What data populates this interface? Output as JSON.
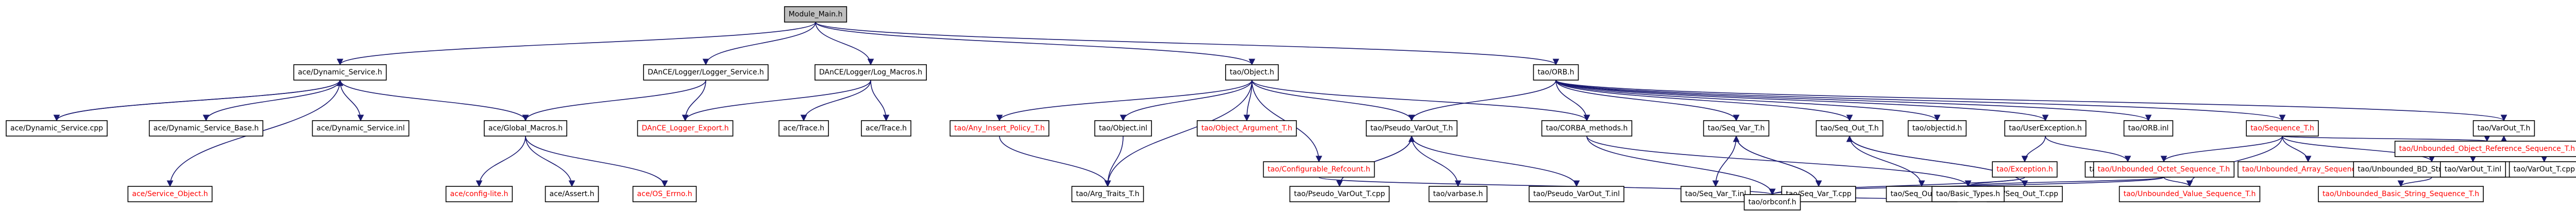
{
  "title": "Module_Main.h",
  "colors": {
    "edge": "#191970",
    "external_text": "#ff0000",
    "root_fill": "#bfbfbf"
  },
  "nodes": [
    {
      "id": "root",
      "label": "Module_Main.h",
      "kind": "root"
    },
    {
      "id": "dyn",
      "label": "ace/Dynamic_Service.h",
      "kind": "link"
    },
    {
      "id": "dynlog",
      "label": "DAnCE/Logger/Logger_Service.h",
      "kind": "link"
    },
    {
      "id": "loglog",
      "label": "DAnCE/Logger/Log_Macros.h",
      "kind": "link"
    },
    {
      "id": "tao_obj",
      "label": "tao/Object.h",
      "kind": "link"
    },
    {
      "id": "orb",
      "label": "tao/ORB.h",
      "kind": "link"
    },
    {
      "id": "dyncpp",
      "label": "ace/Dynamic_Service.cpp",
      "kind": "link"
    },
    {
      "id": "dynbase",
      "label": "ace/Dynamic_Service_Base.h",
      "kind": "link"
    },
    {
      "id": "dyninl",
      "label": "ace/Dynamic_Service.inl",
      "kind": "link"
    },
    {
      "id": "globalmac",
      "label": "ace/Global_Macros.h",
      "kind": "link"
    },
    {
      "id": "dance_export",
      "label": "DAnCE_Logger_Export.h",
      "kind": "ext"
    },
    {
      "id": "acetrace",
      "label": "ace/Trace.h",
      "kind": "link"
    },
    {
      "id": "ace_trace_h",
      "label": "ace/Trace.h",
      "kind": "link"
    },
    {
      "id": "anyinsert",
      "label": "tao/Any_Insert_Policy_T.h",
      "kind": "ext"
    },
    {
      "id": "objinl",
      "label": "tao/Object.inl",
      "kind": "link"
    },
    {
      "id": "objarg",
      "label": "tao/Object_Argument_T.h",
      "kind": "ext"
    },
    {
      "id": "pseudo",
      "label": "tao/Pseudo_VarOut_T.h",
      "kind": "link"
    },
    {
      "id": "corba",
      "label": "tao/CORBA_methods.h",
      "kind": "link"
    },
    {
      "id": "seqvar",
      "label": "tao/Seq_Var_T.h",
      "kind": "link"
    },
    {
      "id": "seqout",
      "label": "tao/Seq_Out_T.h",
      "kind": "link"
    },
    {
      "id": "objectid",
      "label": "tao/objectid.h",
      "kind": "link"
    },
    {
      "id": "userex",
      "label": "tao/UserException.h",
      "kind": "link"
    },
    {
      "id": "orbinl",
      "label": "tao/ORB.inl",
      "kind": "link"
    },
    {
      "id": "sequence",
      "label": "tao/Sequence_T.h",
      "kind": "ext"
    },
    {
      "id": "varout",
      "label": "tao/VarOut_T.h",
      "kind": "link"
    },
    {
      "id": "svcobj",
      "label": "ace/Service_Object.h",
      "kind": "ext"
    },
    {
      "id": "config",
      "label": "ace/config-lite.h",
      "kind": "ext"
    },
    {
      "id": "assert",
      "label": "ace/Assert.h",
      "kind": "link"
    },
    {
      "id": "oserrno",
      "label": "ace/OS_Errno.h",
      "kind": "ext"
    },
    {
      "id": "argtraits",
      "label": "tao/Arg_Traits_T.h",
      "kind": "link"
    },
    {
      "id": "pseudocpp",
      "label": "tao/Pseudo_VarOut_T.cpp",
      "kind": "link"
    },
    {
      "id": "varbase",
      "label": "tao/varbase.h",
      "kind": "link"
    },
    {
      "id": "pseudoinl",
      "label": "tao/Pseudo_VarOut_T.inl",
      "kind": "link"
    },
    {
      "id": "confref",
      "label": "tao/Configurable_Refcount.h",
      "kind": "ext"
    },
    {
      "id": "seqvarinl",
      "label": "tao/Seq_Var_T.inl",
      "kind": "link"
    },
    {
      "id": "seqvarcpp",
      "label": "tao/Seq_Var_T.cpp",
      "kind": "link"
    },
    {
      "id": "seqoutinl",
      "label": "tao/Seq_Out_T.inl",
      "kind": "link"
    },
    {
      "id": "seqoutcpp",
      "label": "tao/Seq_Out_T.cpp",
      "kind": "link"
    },
    {
      "id": "exception",
      "label": "tao/Exception.h",
      "kind": "ext"
    },
    {
      "id": "userexinl",
      "label": "tao/UserException.inl",
      "kind": "link"
    },
    {
      "id": "unbobj",
      "label": "tao/Unbounded_Octet_Sequence_T.h",
      "kind": "ext"
    },
    {
      "id": "unbval",
      "label": "tao/Unbounded_Value_Sequence_T.h",
      "kind": "ext"
    },
    {
      "id": "unbarr",
      "label": "tao/Unbounded_Array_Sequence_T.h",
      "kind": "ext"
    },
    {
      "id": "unbbd",
      "label": "tao/Unbounded_BD_String_Sequence_T.h",
      "kind": "link"
    },
    {
      "id": "unbobjref",
      "label": "tao/Unbounded_Object_Reference_Sequence_T.h",
      "kind": "ext"
    },
    {
      "id": "varoutinl",
      "label": "tao/VarOut_T.inl",
      "kind": "link"
    },
    {
      "id": "varoutcpp",
      "label": "tao/VarOut_T.cpp",
      "kind": "link"
    },
    {
      "id": "basic",
      "label": "tao/Basic_Types.h",
      "kind": "link"
    },
    {
      "id": "unbbasic",
      "label": "tao/Unbounded_Basic_String_Sequence_T.h",
      "kind": "ext"
    },
    {
      "id": "orbconst",
      "label": "tao/orbconf.h",
      "kind": "link"
    }
  ],
  "edges": [
    [
      "root",
      "dyn"
    ],
    [
      "root",
      "dynlog"
    ],
    [
      "root",
      "loglog"
    ],
    [
      "root",
      "tao_obj"
    ],
    [
      "root",
      "orb"
    ],
    [
      "dyn",
      "dyncpp"
    ],
    [
      "dyn",
      "dynbase"
    ],
    [
      "dyn",
      "dyninl"
    ],
    [
      "dyn",
      "globalmac"
    ],
    [
      "dyn",
      "svcobj"
    ],
    [
      "dyncpp",
      "dyn"
    ],
    [
      "dynlog",
      "dance_export"
    ],
    [
      "dynlog",
      "globalmac"
    ],
    [
      "loglog",
      "acetrace"
    ],
    [
      "loglog",
      "ace_trace_h"
    ],
    [
      "loglog",
      "dance_export"
    ],
    [
      "globalmac",
      "config"
    ],
    [
      "globalmac",
      "assert"
    ],
    [
      "globalmac",
      "oserrno"
    ],
    [
      "tao_obj",
      "anyinsert"
    ],
    [
      "tao_obj",
      "objinl"
    ],
    [
      "tao_obj",
      "objarg"
    ],
    [
      "tao_obj",
      "pseudo"
    ],
    [
      "tao_obj",
      "corba"
    ],
    [
      "tao_obj",
      "argtraits"
    ],
    [
      "tao_obj",
      "confref"
    ],
    [
      "anyinsert",
      "argtraits"
    ],
    [
      "objinl",
      "argtraits"
    ],
    [
      "pseudo",
      "pseudocpp"
    ],
    [
      "pseudo",
      "varbase"
    ],
    [
      "pseudo",
      "pseudoinl"
    ],
    [
      "pseudocpp",
      "pseudo"
    ],
    [
      "orb",
      "pseudo"
    ],
    [
      "orb",
      "corba"
    ],
    [
      "orb",
      "seqvar"
    ],
    [
      "orb",
      "seqout"
    ],
    [
      "orb",
      "objectid"
    ],
    [
      "orb",
      "userex"
    ],
    [
      "orb",
      "orbinl"
    ],
    [
      "orb",
      "sequence"
    ],
    [
      "orb",
      "varout"
    ],
    [
      "seqvar",
      "seqvarinl"
    ],
    [
      "seqvar",
      "seqvarcpp"
    ],
    [
      "seqvarcpp",
      "seqvar"
    ],
    [
      "seqout",
      "seqoutinl"
    ],
    [
      "seqout",
      "seqoutcpp"
    ],
    [
      "seqoutcpp",
      "seqout"
    ],
    [
      "userex",
      "exception"
    ],
    [
      "userex",
      "userexinl"
    ],
    [
      "exception",
      "basic"
    ],
    [
      "exception",
      "orbconst"
    ],
    [
      "corba",
      "basic"
    ],
    [
      "corba",
      "orbconst"
    ],
    [
      "sequence",
      "unbobj"
    ],
    [
      "sequence",
      "unbval"
    ],
    [
      "sequence",
      "unbarr"
    ],
    [
      "sequence",
      "unbbd"
    ],
    [
      "sequence",
      "unbobjref"
    ],
    [
      "unbobj",
      "unbval"
    ],
    [
      "unbobj",
      "basic"
    ],
    [
      "unbobj",
      "orbconst"
    ],
    [
      "unbbd",
      "unbbasic"
    ],
    [
      "varout",
      "varoutinl"
    ],
    [
      "varout",
      "varoutcpp"
    ],
    [
      "varoutcpp",
      "varout"
    ],
    [
      "confref",
      "orbconst"
    ],
    [
      "basic",
      "orbconst"
    ]
  ]
}
